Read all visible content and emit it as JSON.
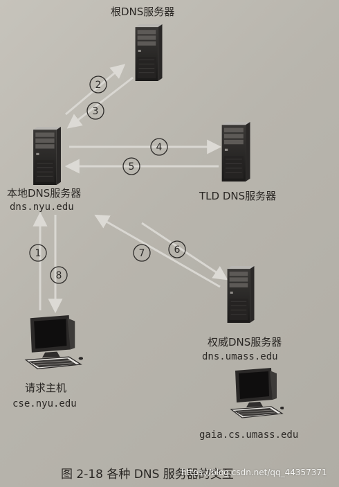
{
  "servers": {
    "root": {
      "label": "根DNS服务器"
    },
    "local": {
      "label": "本地DNS服务器",
      "host": "dns.nyu.edu"
    },
    "tld": {
      "label": "TLD DNS服务器"
    },
    "authoritative": {
      "label": "权威DNS服务器",
      "host": "dns.umass.edu"
    }
  },
  "hosts": {
    "requester": {
      "label": "请求主机",
      "host": "cse.nyu.edu"
    },
    "target": {
      "host": "gaia.cs.umass.edu"
    }
  },
  "steps": [
    "1",
    "2",
    "3",
    "4",
    "5",
    "6",
    "7",
    "8"
  ],
  "caption": "图 2-18   各种 DNS 服务器的交互",
  "watermark": "https://blog.csdn.net/qq_44357371",
  "colors": {
    "arrow": "#d9d7d2",
    "server": "#2d2b2a",
    "background": "#bcb9b1"
  }
}
